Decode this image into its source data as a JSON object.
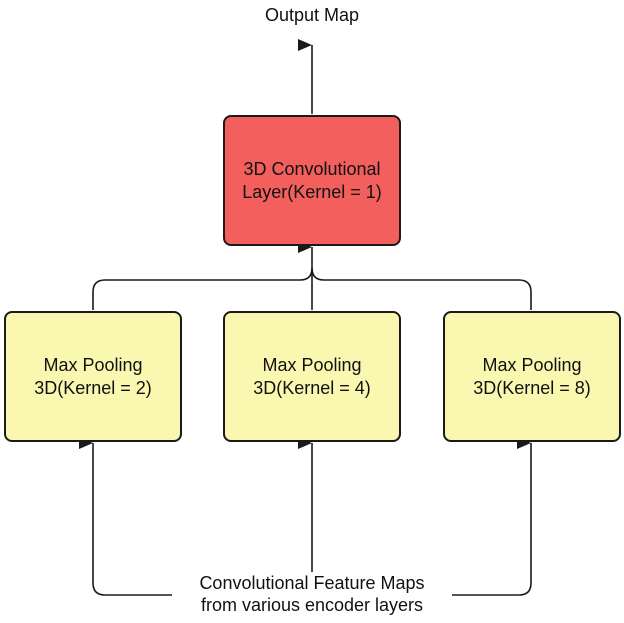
{
  "colors": {
    "conv_fill": "#f25f5c",
    "pool_fill": "#faf7b0",
    "line": "#1a1a1a"
  },
  "output": {
    "label": "Output Map"
  },
  "conv_layer": {
    "line1": "3D Convolutional",
    "line2": "Layer(Kernel = 1)"
  },
  "pooling": [
    {
      "line1": "Max Pooling",
      "line2": "3D(Kernel = 2)"
    },
    {
      "line1": "Max Pooling",
      "line2": "3D(Kernel = 4)"
    },
    {
      "line1": "Max Pooling",
      "line2": "3D(Kernel = 8)"
    }
  ],
  "input": {
    "line1": "Convolutional Feature Maps",
    "line2": "from various encoder layers"
  }
}
